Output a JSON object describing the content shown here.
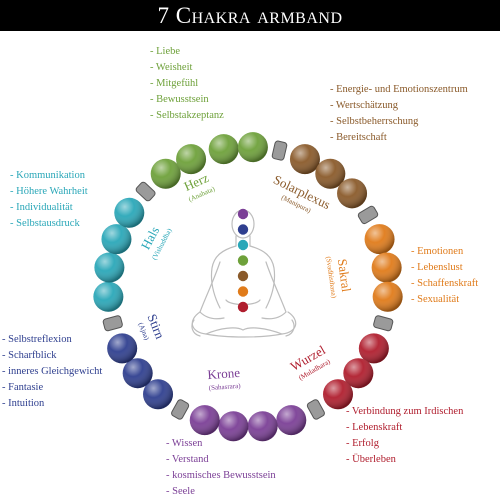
{
  "title": "7 Chakra armband",
  "colors": {
    "crown": "#7b3f96",
    "third_eye": "#2f3f8f",
    "throat": "#2aa7b8",
    "heart": "#6ea13a",
    "solar_plexus": "#8a5a2a",
    "sacral": "#e07b1a",
    "root": "#b01e2e"
  },
  "chakras": [
    {
      "key": "heart",
      "name": "Herz",
      "sub": "(Anahata)",
      "items": [
        "- Liebe",
        "- Weisheit",
        "- Mitgefühl",
        "- Bewusstsein",
        "- Selbstakzeptanz"
      ]
    },
    {
      "key": "solar_plexus",
      "name": "Solarplexus",
      "sub": "(Manipura)",
      "items": [
        "- Energie- und Emotionszentrum",
        "- Wertschätzung",
        "- Selbstbeherrschung",
        "- Bereitschaft"
      ]
    },
    {
      "key": "throat",
      "name": "Hals",
      "sub": "(Vishuddha)",
      "items": [
        "- Kommunikation",
        "- Höhere Wahrheit",
        "- Individualität",
        "- Selbstausdruck"
      ]
    },
    {
      "key": "sacral",
      "name": "Sakral",
      "sub": "(Svadhisthana)",
      "items": [
        "- Emotionen",
        "- Lebenslust",
        "- Schaffenskraft",
        "- Sexualität"
      ]
    },
    {
      "key": "third_eye",
      "name": "Stirn",
      "sub": "(Ajna)",
      "items": [
        "- Selbstreflexion",
        "- Scharfblick",
        "- inneres Gleichgewicht",
        "- Fantasie",
        "- Intuition"
      ]
    },
    {
      "key": "crown",
      "name": "Krone",
      "sub": "(Sahasrara)",
      "items": [
        "- Wissen",
        "- Verstand",
        "- kosmisches Bewusstsein",
        "- Seele"
      ]
    },
    {
      "key": "root",
      "name": "Wurzel",
      "sub": "(Muladhara)",
      "items": [
        "- Verbindung zum Irdischen",
        "- Lebenskraft",
        "- Erfolg",
        "- Überleben"
      ]
    }
  ]
}
